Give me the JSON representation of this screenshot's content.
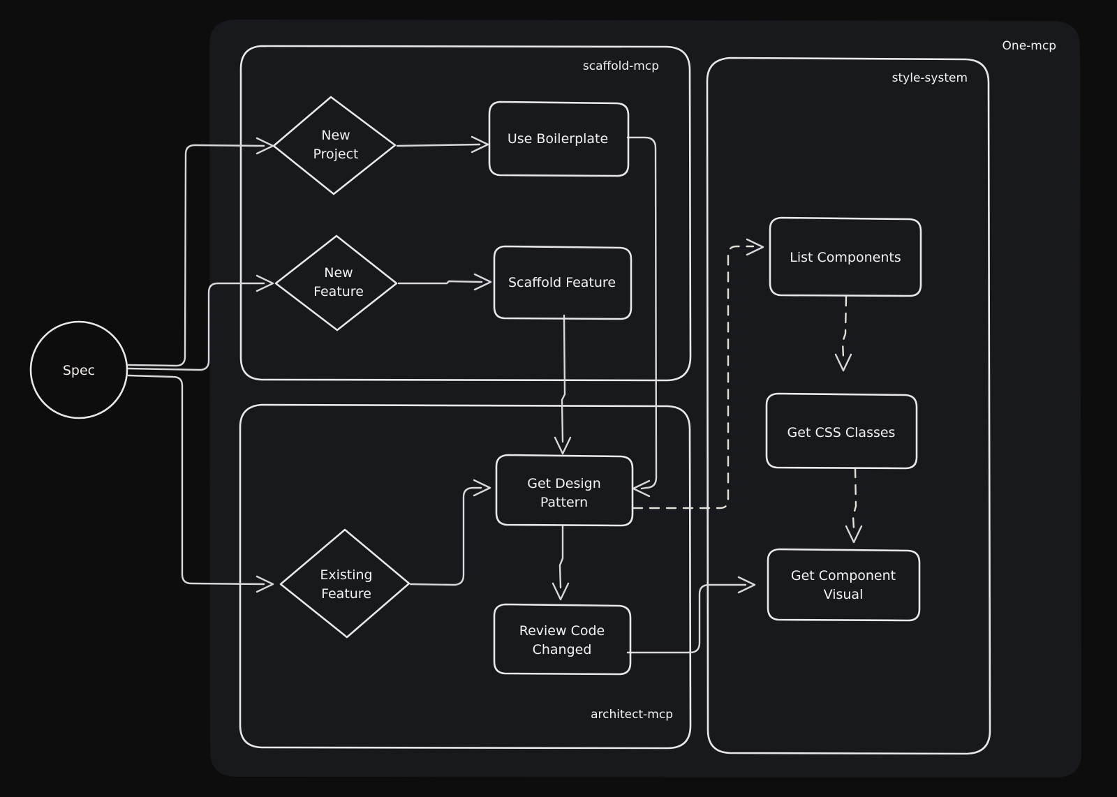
{
  "diagram": {
    "title": "One-mcp",
    "background_color": "#0d0d0d",
    "outer_container": {
      "label": "One-mcp",
      "fill": "#18191d"
    },
    "clusters": [
      {
        "id": "scaffold-mcp",
        "label": "scaffold-mcp",
        "fill": "#4a3e72",
        "stroke": "#e8e8ea"
      },
      {
        "id": "architect-mcp",
        "label": "architect-mcp",
        "fill": "#1e3e5e",
        "stroke": "#e8e8ea"
      },
      {
        "id": "style-system",
        "label": "style-system",
        "fill": "#2f2402",
        "stroke": "#e8e8ea"
      }
    ],
    "nodes": [
      {
        "id": "spec",
        "label": "Spec",
        "shape": "circle",
        "cluster": null,
        "fill": "#512f2e"
      },
      {
        "id": "new-project",
        "label": "New\nProject",
        "shape": "diamond",
        "cluster": "scaffold-mcp",
        "line1": "New",
        "line2": "Project"
      },
      {
        "id": "new-feature",
        "label": "New\nFeature",
        "shape": "diamond",
        "cluster": "scaffold-mcp",
        "line1": "New",
        "line2": "Feature"
      },
      {
        "id": "use-boilerplate",
        "label": "Use Boilerplate",
        "shape": "rounded-rect",
        "cluster": "scaffold-mcp"
      },
      {
        "id": "scaffold-feature",
        "label": "Scaffold Feature",
        "shape": "rounded-rect",
        "cluster": "scaffold-mcp"
      },
      {
        "id": "existing-feature",
        "label": "Existing\nFeature",
        "shape": "diamond",
        "cluster": "architect-mcp",
        "line1": "Existing",
        "line2": "Feature"
      },
      {
        "id": "get-design-pattern",
        "label": "Get Design\nPattern",
        "shape": "rounded-rect",
        "cluster": "architect-mcp",
        "line1": "Get Design",
        "line2": "Pattern"
      },
      {
        "id": "review-code-changed",
        "label": "Review Code\nChanged",
        "shape": "rounded-rect",
        "cluster": "architect-mcp",
        "line1": "Review Code",
        "line2": "Changed"
      },
      {
        "id": "list-components",
        "label": "List Components",
        "shape": "rounded-rect",
        "cluster": "style-system"
      },
      {
        "id": "get-css-classes",
        "label": "Get CSS Classes",
        "shape": "rounded-rect",
        "cluster": "style-system"
      },
      {
        "id": "get-component-visual",
        "label": "Get Component\nVisual",
        "shape": "rounded-rect",
        "cluster": "style-system",
        "line1": "Get Component",
        "line2": "Visual"
      }
    ],
    "edges": [
      {
        "from": "spec",
        "to": "new-project",
        "style": "solid"
      },
      {
        "from": "spec",
        "to": "new-feature",
        "style": "solid"
      },
      {
        "from": "spec",
        "to": "existing-feature",
        "style": "solid"
      },
      {
        "from": "new-project",
        "to": "use-boilerplate",
        "style": "solid"
      },
      {
        "from": "new-feature",
        "to": "scaffold-feature",
        "style": "solid"
      },
      {
        "from": "use-boilerplate",
        "to": "get-design-pattern",
        "style": "solid"
      },
      {
        "from": "scaffold-feature",
        "to": "get-design-pattern",
        "style": "solid"
      },
      {
        "from": "existing-feature",
        "to": "get-design-pattern",
        "style": "solid"
      },
      {
        "from": "get-design-pattern",
        "to": "review-code-changed",
        "style": "solid"
      },
      {
        "from": "get-design-pattern",
        "to": "list-components",
        "style": "dashed"
      },
      {
        "from": "list-components",
        "to": "get-css-classes",
        "style": "dashed"
      },
      {
        "from": "get-css-classes",
        "to": "get-component-visual",
        "style": "dashed"
      },
      {
        "from": "review-code-changed",
        "to": "get-component-visual",
        "style": "solid"
      }
    ]
  }
}
